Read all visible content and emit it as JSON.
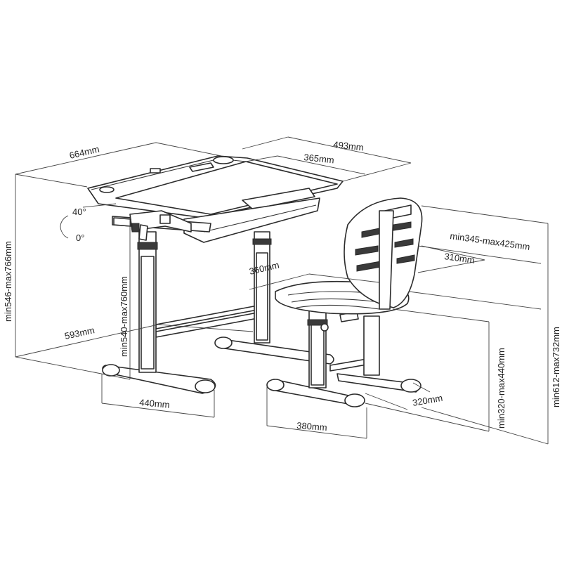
{
  "dimensions": {
    "desk_width": "664mm",
    "desk_depth": "493mm",
    "tray_width": "365mm",
    "tilt_angle": "40°",
    "flat_angle": "0°",
    "desk_height_outer": "min546-max766mm",
    "desk_height_inner": "min540-max760mm",
    "desk_base_depth": "593mm",
    "desk_foot_width": "440mm",
    "backrest_height": "min345-max425mm",
    "seat_width": "310mm",
    "seat_depth": "360mm",
    "chair_total_height": "min612-max732mm",
    "seat_height": "min320-max440mm",
    "chair_foot_depth": "320mm",
    "chair_foot_width": "380mm"
  }
}
